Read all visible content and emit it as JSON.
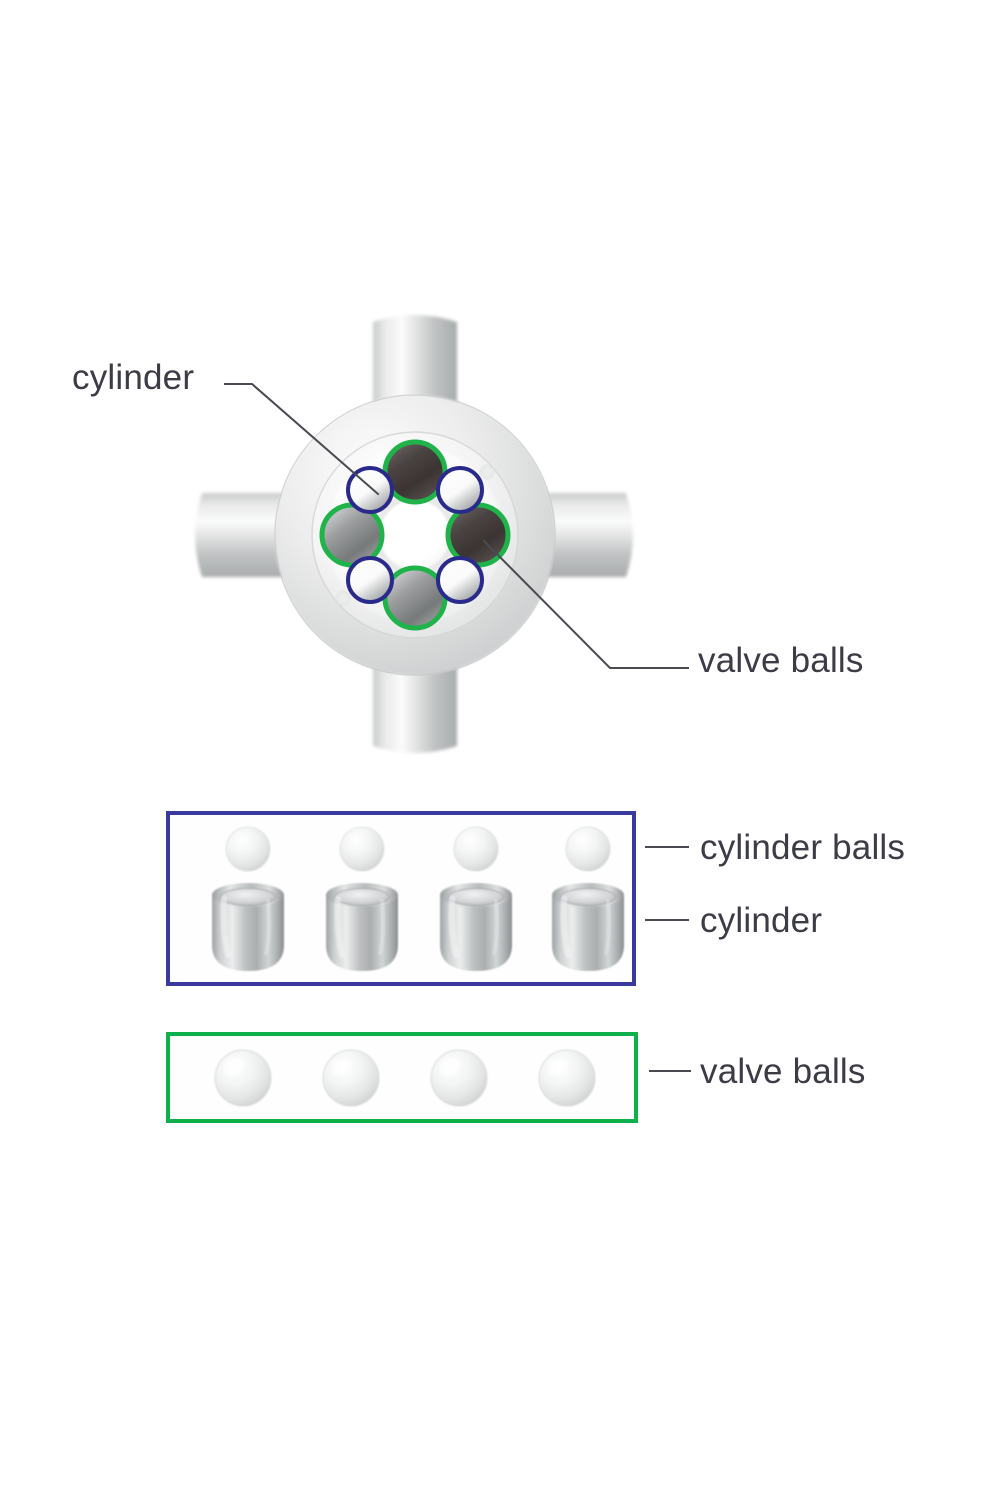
{
  "figure": {
    "title": "pump head exploded component diagram",
    "background_color": "#ffffff"
  },
  "colors": {
    "valve_ring_green": "#1fb34a",
    "cylinder_ring_blue": "#2a2a8c",
    "panel_border_blue": "#3a3a9e",
    "panel_border_green": "#0db04a",
    "leader_line": "#4a4a52",
    "label_text": "#3c3c46",
    "metal_light": "#f2f2f2",
    "metal_mid": "#b9bcbe",
    "metal_dark": "#8e9295",
    "body_plastic": "#dcdcdc"
  },
  "top_diagram": {
    "name": "pump-head-top-view",
    "port_count": 4,
    "bore_ring_count": 8,
    "green_bore_count": 4,
    "blue_bore_count": 4,
    "labels": {
      "cylinder": "cylinder",
      "valve_balls": "valve balls"
    }
  },
  "panels": [
    {
      "name": "cylinder-assembly-panel",
      "border_color": "#3a3a9e",
      "ball_count": 4,
      "cylinder_count": 4,
      "labels": {
        "balls": "cylinder balls",
        "cylinders": "cylinder"
      }
    },
    {
      "name": "valve-ball-panel",
      "border_color": "#0db04a",
      "ball_count": 4,
      "labels": {
        "balls": "valve balls"
      }
    }
  ],
  "labels": {
    "cylinder_top": "cylinder",
    "valve_balls_top": "valve balls",
    "cylinder_balls": "cylinder balls",
    "cylinder_lower": "cylinder",
    "valve_balls_lower": "valve balls"
  }
}
